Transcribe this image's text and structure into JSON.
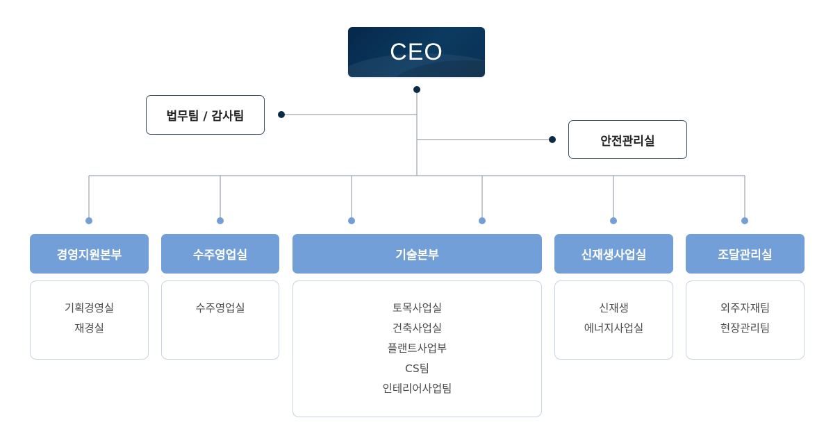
{
  "ceo": {
    "label": "CEO"
  },
  "staff": {
    "legal_audit": "법무팀 / 감사팀",
    "safety": "안전관리실"
  },
  "colors": {
    "ceo_background": "#0b3a60",
    "division_header": "#739fd8",
    "connector_dark": "#0b2a44",
    "connector_light": "#739fd8",
    "line": "#9aa4ae"
  },
  "divisions": [
    {
      "name": "경영지원본부",
      "teams": [
        "기획경영실",
        "재경실"
      ]
    },
    {
      "name": "수주영업실",
      "teams": [
        "수주영업실"
      ]
    },
    {
      "name": "기술본부",
      "teams": [
        "토목사업실",
        "건축사업실",
        "플랜트사업부",
        "CS팀",
        "인테리어사업팀"
      ]
    },
    {
      "name": "신재생사업실",
      "teams": [
        "신재생",
        "에너지사업실"
      ]
    },
    {
      "name": "조달관리실",
      "teams": [
        "외주자재팀",
        "현장관리팀"
      ]
    }
  ]
}
